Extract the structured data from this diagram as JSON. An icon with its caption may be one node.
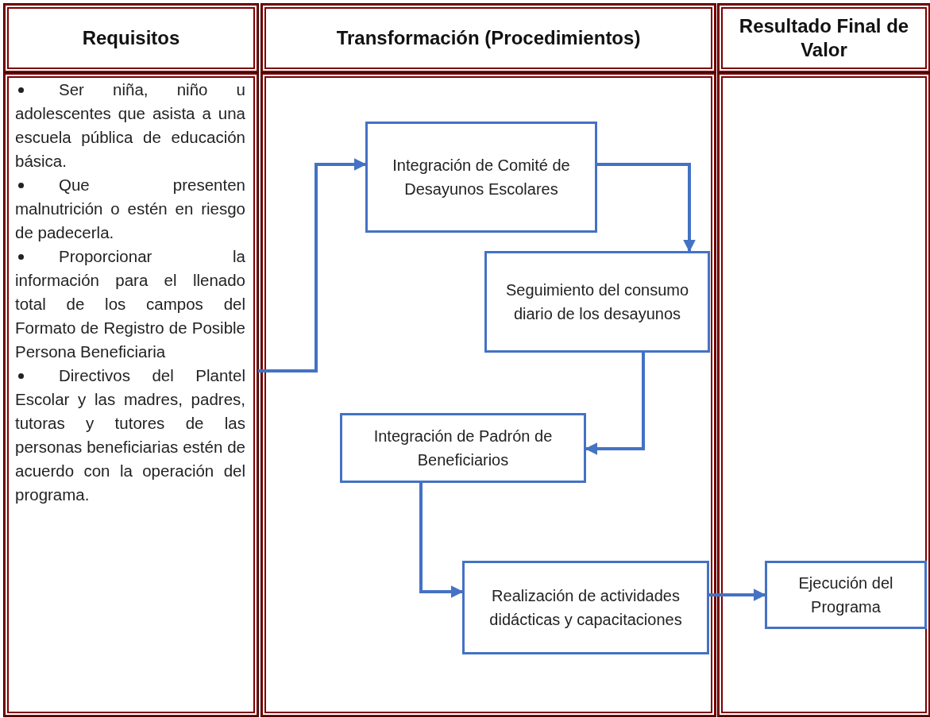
{
  "diagram": {
    "nodes": [
      {
        "text": [
          "Requisitos"
        ]
      },
      {
        "text": [
          "Transformación (Procedimientos)"
        ]
      },
      {
        "text": [
          "Resultado Final de Valor"
        ]
      },
      {
        "text": [
          "Ser niña, niño u adolescentes que asista a una escuela pública de educación básica.",
          "Que presenten malnutrición o estén en riesgo de padecerla.",
          "Proporcionar la información para el llenado total de los campos del Formato de Registro de Posible Persona Beneficiaria",
          "Directivos del Plantel Escolar y las madres, padres, tutoras y tutores de las personas beneficiarias estén de acuerdo con la operación del programa."
        ]
      },
      {
        "text": [],
        "shape": "box"
      },
      {
        "text": [],
        "shape": "box"
      },
      {
        "text": [
          "Integración de Comité de Desayunos Escolares"
        ],
        "in": 4
      },
      {
        "text": [
          "Seguimiento del consumo diario de los desayunos"
        ],
        "in": 4
      },
      {
        "text": [
          "Integración de Padrón de Beneficiarios"
        ],
        "in": 4
      },
      {
        "text": [
          "Realización de actividades didácticas y capacitaciones"
        ],
        "in": 4
      },
      {
        "text": [
          "Ejecución del Programa"
        ],
        "in": 5
      }
    ],
    "edges": [
      {
        "from": 3,
        "to": 6,
        "arrow": "to"
      },
      {
        "from": 6,
        "to": 7,
        "arrow": "to"
      },
      {
        "from": 7,
        "to": 8,
        "arrow": "to"
      },
      {
        "from": 8,
        "to": 9,
        "arrow": "to"
      },
      {
        "from": 9,
        "to": 10,
        "arrow": "to"
      }
    ]
  }
}
